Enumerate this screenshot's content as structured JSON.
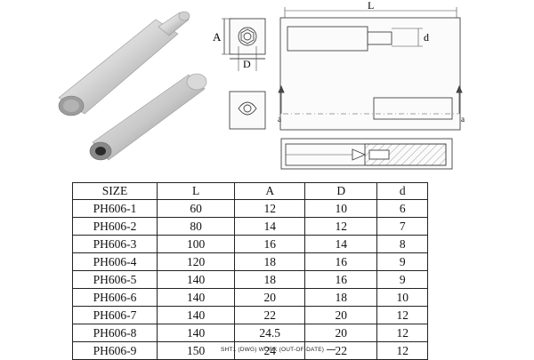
{
  "drawing": {
    "front_view_labels": {
      "a": "A",
      "d": "D"
    },
    "side_view_labels": {
      "length": "L",
      "pin_diameter": "d",
      "section_left": "a",
      "section_right": "a"
    }
  },
  "table": {
    "headers": [
      "SIZE",
      "L",
      "A",
      "D",
      "d"
    ],
    "rows": [
      [
        "PH606-1",
        "60",
        "12",
        "10",
        "6"
      ],
      [
        "PH606-2",
        "80",
        "14",
        "12",
        "7"
      ],
      [
        "PH606-3",
        "100",
        "16",
        "14",
        "8"
      ],
      [
        "PH606-4",
        "120",
        "18",
        "16",
        "9"
      ],
      [
        "PH606-5",
        "140",
        "18",
        "16",
        "9"
      ],
      [
        "PH606-6",
        "140",
        "20",
        "18",
        "10"
      ],
      [
        "PH606-7",
        "140",
        "22",
        "20",
        "12"
      ],
      [
        "PH606-8",
        "140",
        "24.5",
        "20",
        "12"
      ],
      [
        "PH606-9",
        "150",
        "24",
        "22",
        "12"
      ]
    ]
  },
  "footer": "SHT1 (DWG) WORK (OUT-OF-DATE)"
}
